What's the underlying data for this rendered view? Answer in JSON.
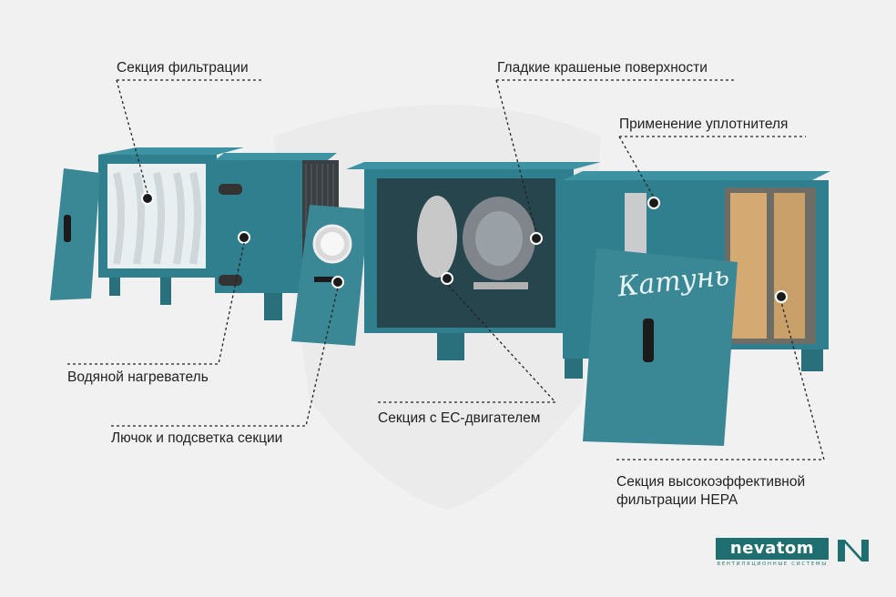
{
  "labels": {
    "filtration": "Секция фильтрации",
    "smooth_surfaces": "Гладкие крашеные поверхности",
    "sealant": "Применение уплотнителя",
    "water_heater": "Водяной нагреватель",
    "hatch_light": "Лючок и подсветка секции",
    "ec_motor": "Секция с EC-двигателем",
    "hepa_line1": "Секция высокоэффективной",
    "hepa_line2": "фильтрации HEPA"
  },
  "door_brand": "Катунь",
  "logo": {
    "name": "nevatom",
    "subtitle": "ВЕНТИЛЯЦИОННЫЕ СИСТЕМЫ"
  },
  "colors": {
    "housing": "#2e7d8c",
    "housing_dark": "#1f5d69",
    "accent_logo": "#1f6f70"
  }
}
